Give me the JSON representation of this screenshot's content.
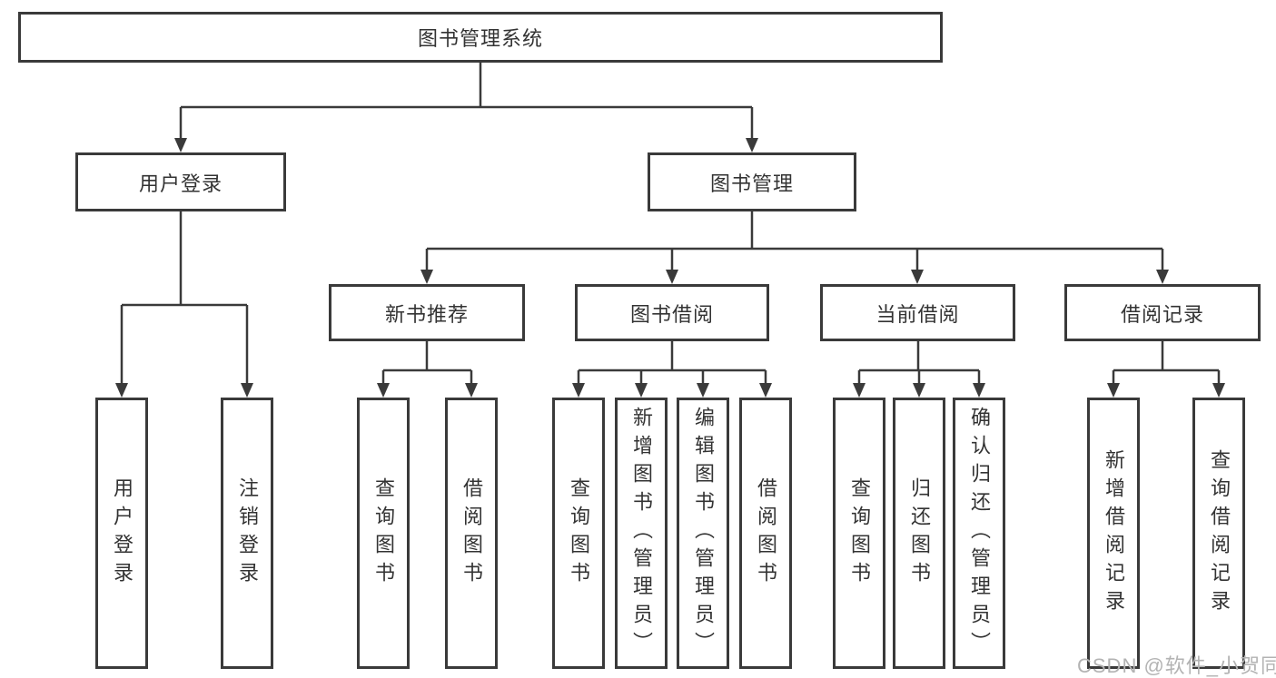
{
  "diagram": {
    "title": "图书管理系统",
    "root": {
      "label": "图书管理系统"
    },
    "level1": [
      {
        "label": "用户登录"
      },
      {
        "label": "图书管理"
      }
    ],
    "level2": [
      {
        "label": "新书推荐"
      },
      {
        "label": "图书借阅"
      },
      {
        "label": "当前借阅"
      },
      {
        "label": "借阅记录"
      }
    ],
    "leaves": [
      {
        "label": "用户登录",
        "parent": "用户登录"
      },
      {
        "label": "注销登录",
        "parent": "用户登录"
      },
      {
        "label": "查询图书",
        "parent": "新书推荐"
      },
      {
        "label": "借阅图书",
        "parent": "新书推荐"
      },
      {
        "label": "查询图书",
        "parent": "图书借阅"
      },
      {
        "label": "新增图书（管理员）",
        "parent": "图书借阅"
      },
      {
        "label": "编辑图书（管理员）",
        "parent": "图书借阅"
      },
      {
        "label": "借阅图书",
        "parent": "图书借阅"
      },
      {
        "label": "查询图书",
        "parent": "当前借阅"
      },
      {
        "label": "归还图书",
        "parent": "当前借阅"
      },
      {
        "label": "确认归还（管理员）",
        "parent": "当前借阅"
      },
      {
        "label": "新增借阅记录",
        "parent": "借阅记录"
      },
      {
        "label": "查询借阅记录",
        "parent": "借阅记录"
      }
    ]
  },
  "watermark": {
    "text": "CSDN @软件_小贺同学"
  },
  "colors": {
    "line": "#3a3a3a",
    "text": "#333333",
    "watermark": "#b3b3b3",
    "background": "#ffffff"
  }
}
